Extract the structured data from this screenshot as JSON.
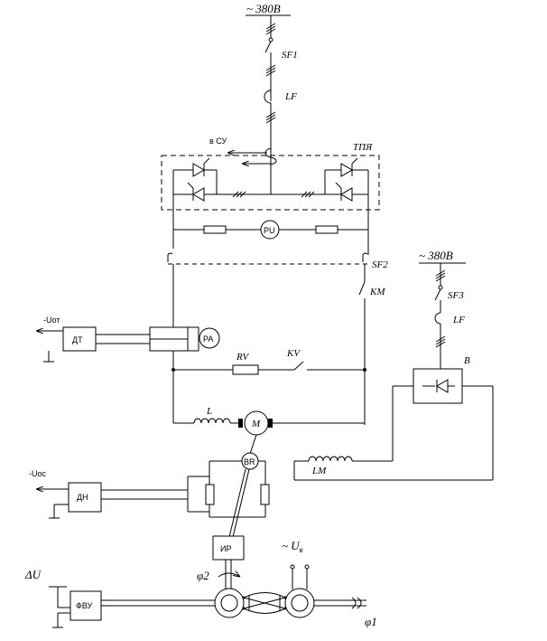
{
  "supply_main": {
    "label": "~ 380В"
  },
  "supply_aux": {
    "label": "~ 380В"
  },
  "labels": {
    "sf1": "SF1",
    "lf1": "LF",
    "to_su": "в СУ",
    "tpya": "ТПЯ",
    "pu": "PU",
    "sf2": "SF2",
    "km": "KM",
    "sf3": "SF3",
    "lf2": "LF",
    "b": "B",
    "minus_uot": "-Uот",
    "dt": "ДТ",
    "pa": "PA",
    "rv": "RV",
    "kv": "KV",
    "l": "L",
    "m": "M",
    "lm": "LM",
    "minus_uos": "-Uос",
    "dn": "ДН",
    "br": "BR",
    "ir": "ИР",
    "phi2": "φ2",
    "u_v": "~ U",
    "u_v_sub": "в",
    "delta_u": "ΔU",
    "fvu": "ФВУ",
    "phi1": "φ1"
  },
  "colors": {
    "line": "#000000",
    "background": "#ffffff"
  }
}
